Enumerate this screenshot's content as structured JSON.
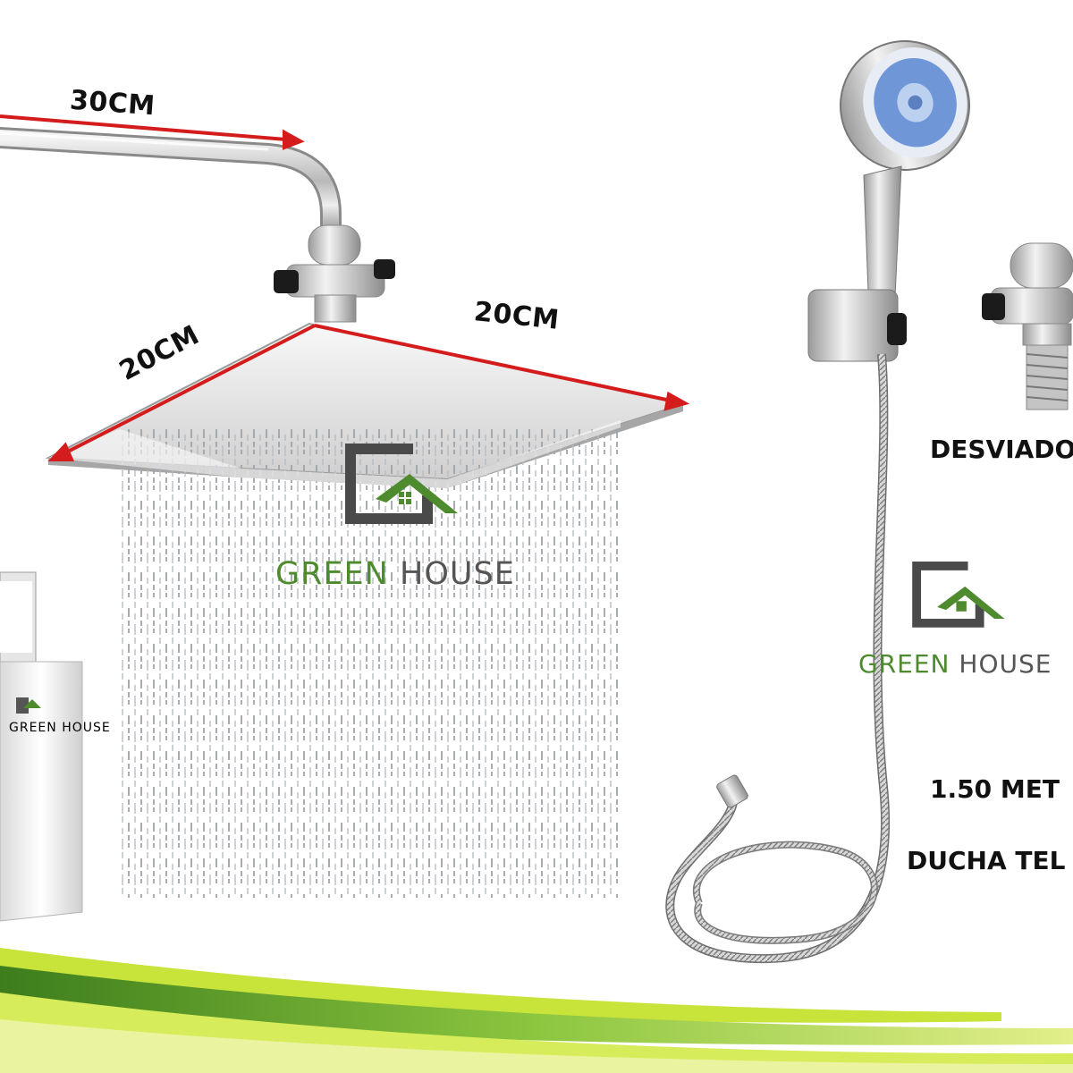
{
  "measurements": {
    "arm_length": "30CM",
    "head_width": "20CM",
    "head_depth": "20CM"
  },
  "brand": {
    "name_green": "GREEN",
    "name_rest": "HOUSE",
    "box_text": "GREEN HOUSE"
  },
  "side_labels": {
    "diverter": "DESVIADO",
    "hose_length": "1.50 MET",
    "hand_shower": "DUCHA TEL"
  },
  "colors": {
    "dimension_arrow": "#d41c1c",
    "brand_green": "#4e8a2e",
    "brand_gray": "#555555",
    "swoosh_light": "#c8e33a",
    "swoosh_dark": "#2e6b14"
  },
  "icons": [
    "green-house-logo-icon",
    "rain-shower-head-icon",
    "hand-shower-icon",
    "diverter-valve-icon",
    "flexible-hose-icon"
  ]
}
